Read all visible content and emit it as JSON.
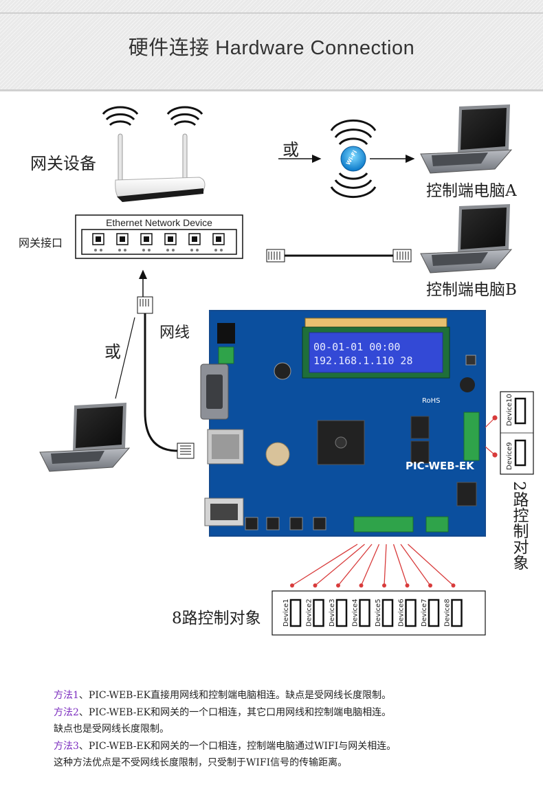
{
  "header": {
    "title": "硬件连接 Hardware Connection"
  },
  "gateway": {
    "title": "网关设备",
    "port_label": "网关接口",
    "device_label": "Ethernet Network Device"
  },
  "wifi": {
    "or_label": "或",
    "badge": "Wi-Fi"
  },
  "pc_a": {
    "label": "控制端电脑A"
  },
  "pc_b": {
    "label": "控制端电脑B"
  },
  "cable": {
    "label": "网线",
    "or_label": "或"
  },
  "board": {
    "name": "PIC-WEB-EK",
    "lcd_line1": "00-01-01  00:00",
    "lcd_line2": "192.168.1.110 28",
    "rohs": "RoHS"
  },
  "relay_targets": {
    "label": "2路控制对象",
    "devices": [
      "Device10",
      "Device9"
    ]
  },
  "targets8": {
    "label": "8路控制对象",
    "devices": [
      "Device1",
      "Device2",
      "Device3",
      "Device4",
      "Device5",
      "Device6",
      "Device7",
      "Device8"
    ]
  },
  "methods": {
    "m1": {
      "tag": "方法1",
      "text": "、PIC-WEB-EK直接用网线和控制端电脑相连。缺点是受网线长度限制。"
    },
    "m2": {
      "tag": "方法2",
      "text": "、PIC-WEB-EK和网关的一个口相连，其它口用网线和控制端电脑相连。",
      "text2": "缺点也是受网线长度限制。"
    },
    "m3": {
      "tag": "方法3",
      "text": "、PIC-WEB-EK和网关的一个口相连，控制端电脑通过WIFI与网关相连。",
      "text2": "这种方法优点是不受网线长度限制，只受制于WIFI信号的传输距离。"
    }
  }
}
